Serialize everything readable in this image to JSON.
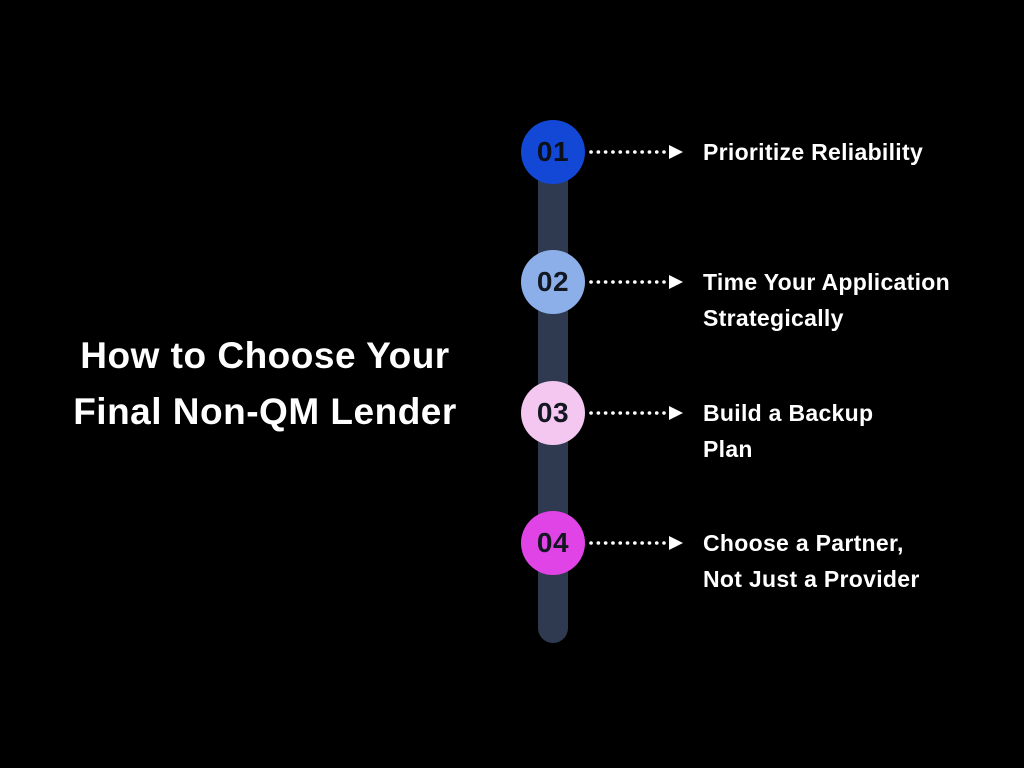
{
  "background_color": "#000000",
  "title": {
    "line1": "How to Choose Your",
    "line2": "Final Non-QM Lender",
    "color": "#ffffff"
  },
  "timeline": {
    "bar_color": "#2f3a50",
    "arrow_color": "#ffffff"
  },
  "steps": [
    {
      "number": "01",
      "label": "Prioritize Reliability",
      "circle_color": "#1347d6",
      "number_color": "#0c1018"
    },
    {
      "number": "02",
      "label": "Time Your Application\nStrategically",
      "circle_color": "#8cafe9",
      "number_color": "#131722"
    },
    {
      "number": "03",
      "label": "Build a Backup\nPlan",
      "circle_color": "#f3c7f0",
      "number_color": "#131722"
    },
    {
      "number": "04",
      "label": "Choose a Partner,\nNot Just a Provider",
      "circle_color": "#e044e6",
      "number_color": "#131722"
    }
  ]
}
